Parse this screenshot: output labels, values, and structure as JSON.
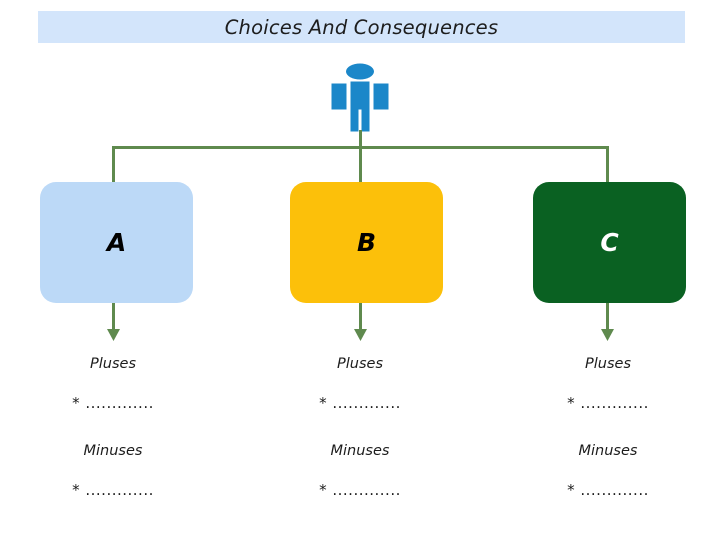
{
  "title": {
    "text": "Choices And Consequences",
    "banner_color": "#d3e5fb",
    "text_color": "#1d1d1d"
  },
  "person": {
    "icon_name": "person-figure-icon",
    "color": "#1b87c9"
  },
  "connector": {
    "color": "#5f8a4e"
  },
  "choices": [
    {
      "id": "a",
      "letter": "A",
      "box_color": "#bcd9f7",
      "letter_color": "#000000",
      "pluses_label": "Pluses",
      "pluses_line": "*  .............",
      "minuses_label": "Minuses",
      "minuses_line": "*  ............."
    },
    {
      "id": "b",
      "letter": "B",
      "box_color": "#fcc00a",
      "letter_color": "#000000",
      "pluses_label": "Pluses",
      "pluses_line": "*  .............",
      "minuses_label": "Minuses",
      "minuses_line": "*  ............."
    },
    {
      "id": "c",
      "letter": "C",
      "box_color": "#0a6122",
      "letter_color": "#ffffff",
      "pluses_label": "Pluses",
      "pluses_line": "*  .............",
      "minuses_label": "Minuses",
      "minuses_line": "*  ............."
    }
  ]
}
